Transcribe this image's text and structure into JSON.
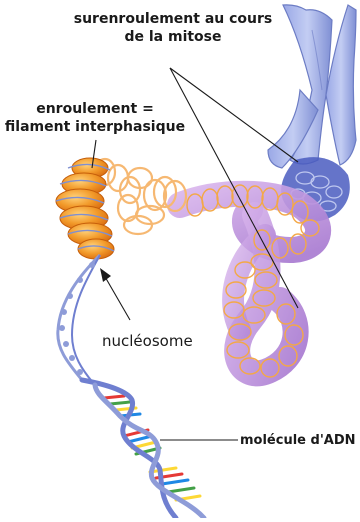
{
  "labels": {
    "supercoiling_line1": "surenroulement au cours",
    "supercoiling_line2": "de la mitose",
    "coiling_line1": "enroulement =",
    "coiling_line2": "filament interphasique",
    "nucleosome": "nucléosome",
    "dna": "molécule d'ADN"
  },
  "colors": {
    "dna_backbone": "#6f7fd0",
    "base_red": "#e53935",
    "base_green": "#43a047",
    "base_blue": "#1e88e5",
    "base_yellow": "#fdd835",
    "nucleosome_orange": "#f08a1c",
    "fiber_peach": "#f6c98e",
    "loop_purple": "#b88fd8",
    "chromosome_blue": "#8a9ad8"
  }
}
